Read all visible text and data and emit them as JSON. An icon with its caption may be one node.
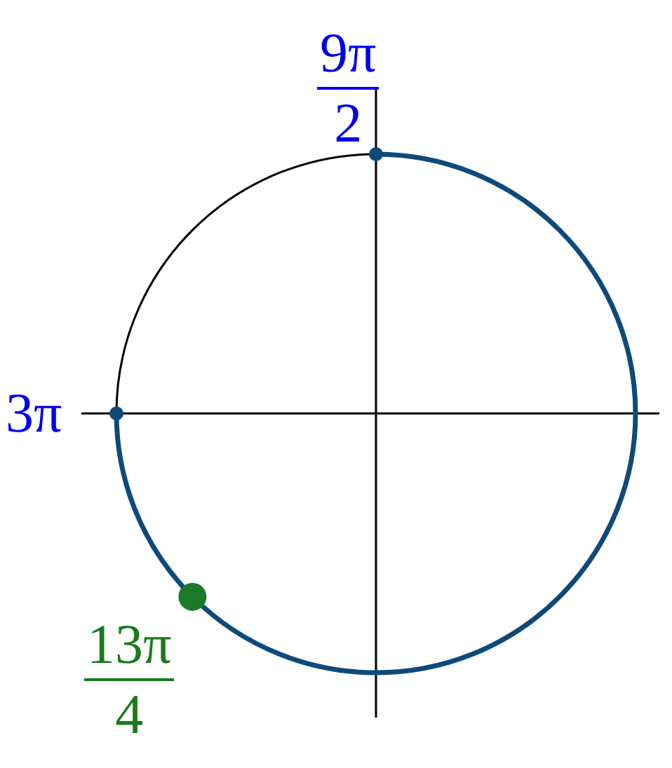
{
  "diagram": {
    "nodes": [
      {
        "text": [
          "9π",
          "2"
        ]
      },
      {
        "text": [
          "3π"
        ]
      },
      {
        "text": [
          "13π",
          "4"
        ]
      }
    ]
  }
}
